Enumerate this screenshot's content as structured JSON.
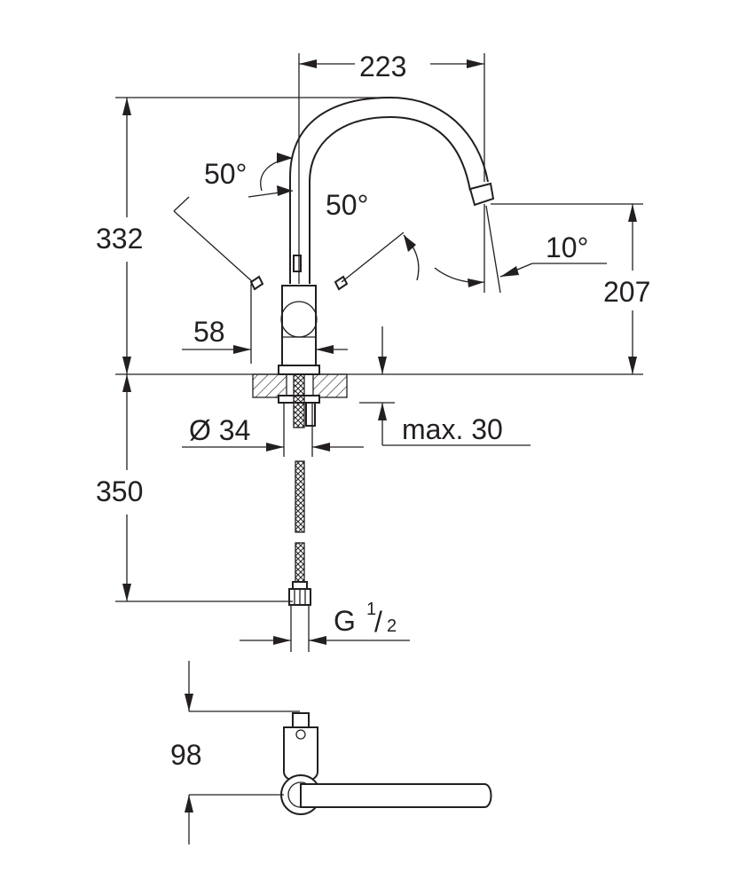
{
  "dimensions": {
    "reach": "223",
    "total_height": "332",
    "spout_height": "207",
    "base_offset": "58",
    "hole_diameter": "Ø 34",
    "max_counter_thickness": "max. 30",
    "hose_length": "350",
    "thread_size": "G",
    "thread_fraction_num": "1",
    "thread_fraction_den": "2",
    "handle_clearance": "98",
    "swivel_angle_left": "50°",
    "swivel_angle_right": "50°",
    "spout_tilt_angle": "10°"
  }
}
